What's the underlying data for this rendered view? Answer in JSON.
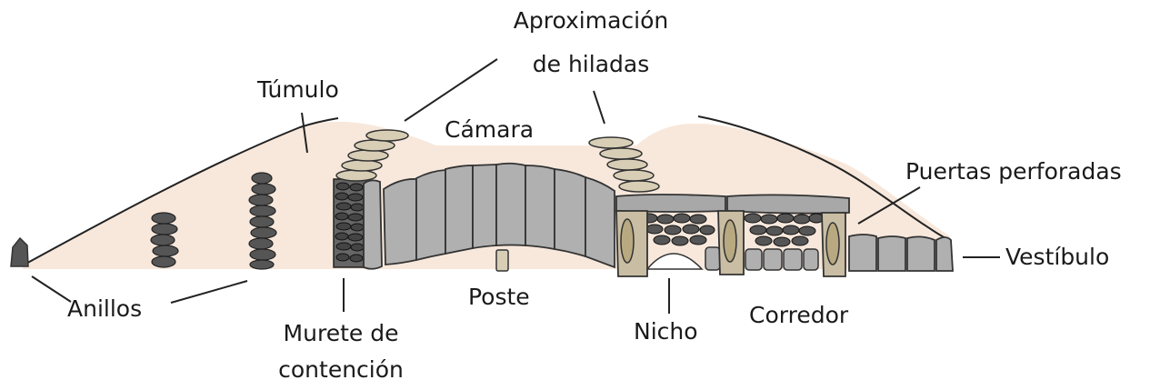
{
  "labels": {
    "tumulo": "Túmulo",
    "aproximacion_1": "Aproximación",
    "aproximacion_2": "de hiladas",
    "camara": "Cámara",
    "puertas": "Puertas perforadas",
    "vestibulo": "Vestíbulo",
    "anillos": "Anillos",
    "murete_1": "Murete de",
    "murete_2": "contención",
    "poste": "Poste",
    "nicho": "Nicho",
    "corredor": "Corredor"
  },
  "colors": {
    "mound_fill": "#f8e8dc",
    "stone_fill": "#b0b0b0",
    "stone_stroke": "#333333",
    "dark_stone": "#555555",
    "corbel_fill": "#d8ceb6",
    "door_fill": "#c9bea3",
    "leader_line": "#222222"
  }
}
